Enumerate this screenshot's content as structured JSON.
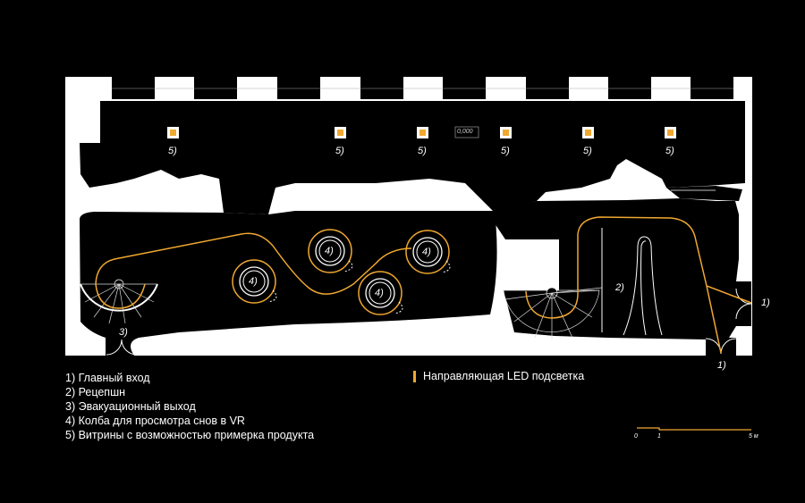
{
  "colors": {
    "accent": "#f0a830",
    "background": "#000000",
    "plan": "#ffffff"
  },
  "plan": {
    "showcase_label": "5)",
    "capsule_label": "4)",
    "reception_label": "2)",
    "evac_label": "3)",
    "entrance_label": "1)",
    "coord_box": "0,000"
  },
  "legend": {
    "items": [
      "1) Главный вход",
      "2) Рецепшн",
      "3) Эвакуационный выход",
      "4) Колба для просмотра снов в VR",
      "5) Витрины с возможностью примерка продукта"
    ],
    "led": "Направляющая LED подсветка"
  },
  "scale": {
    "labels": [
      "0",
      "1",
      "5 м"
    ]
  }
}
